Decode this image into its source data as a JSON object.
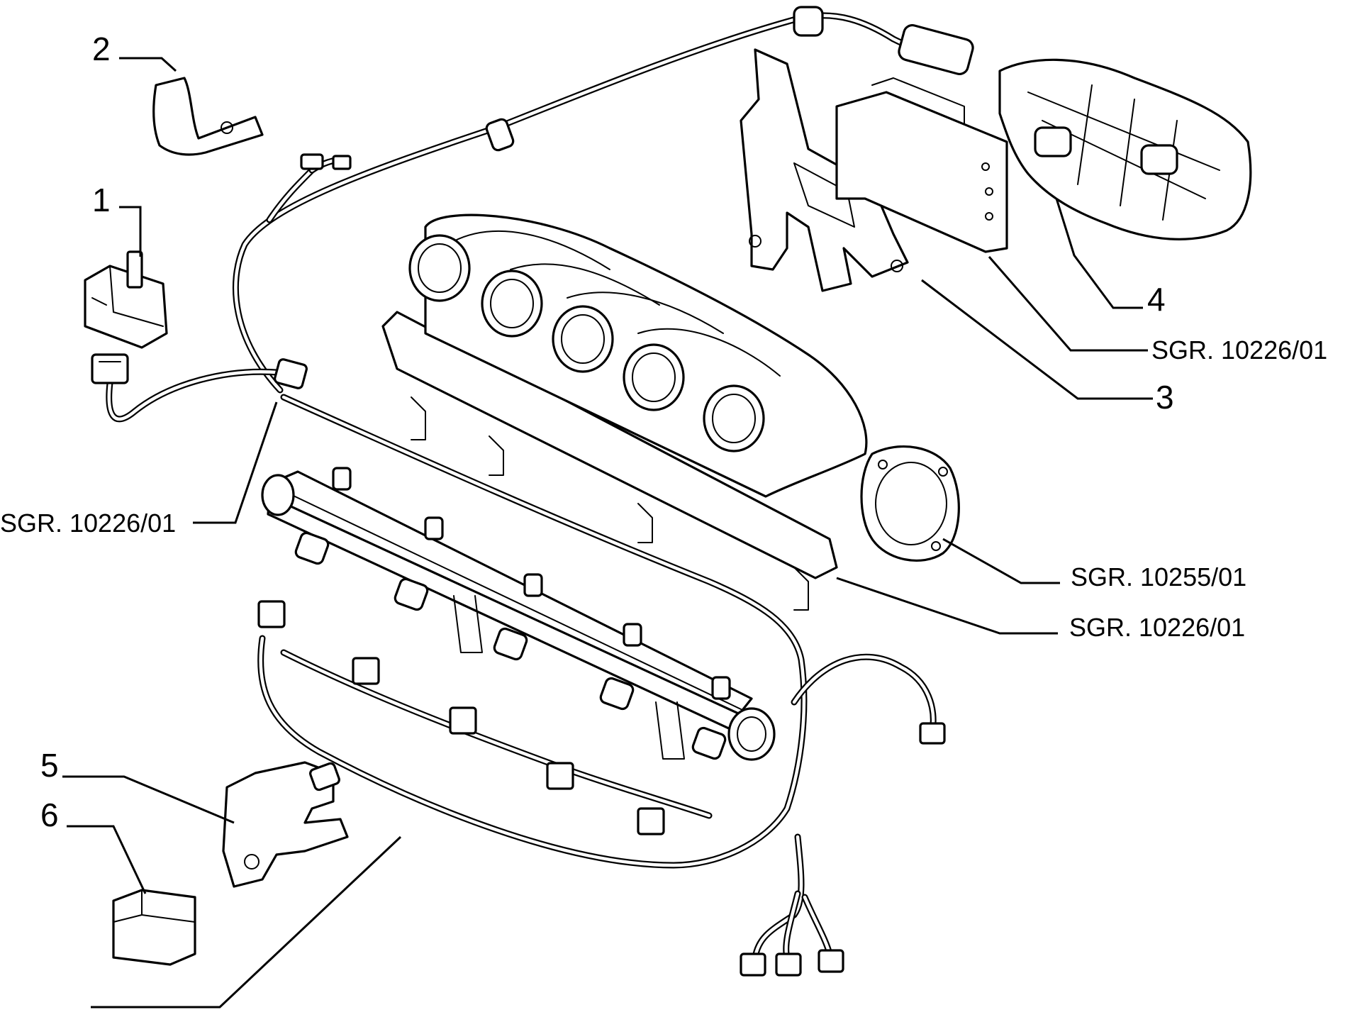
{
  "callouts": {
    "c1": "1",
    "c2": "2",
    "c3": "3",
    "c4": "4",
    "c5": "5",
    "c6": "6",
    "ref_left": "SGR. 10226/01",
    "ref_top_right": "SGR. 10226/01",
    "ref_mid_right": "SGR. 10255/01",
    "ref_lower_right": "SGR. 10226/01"
  },
  "colors": {
    "ink": "#000000",
    "paper": "#ffffff"
  }
}
